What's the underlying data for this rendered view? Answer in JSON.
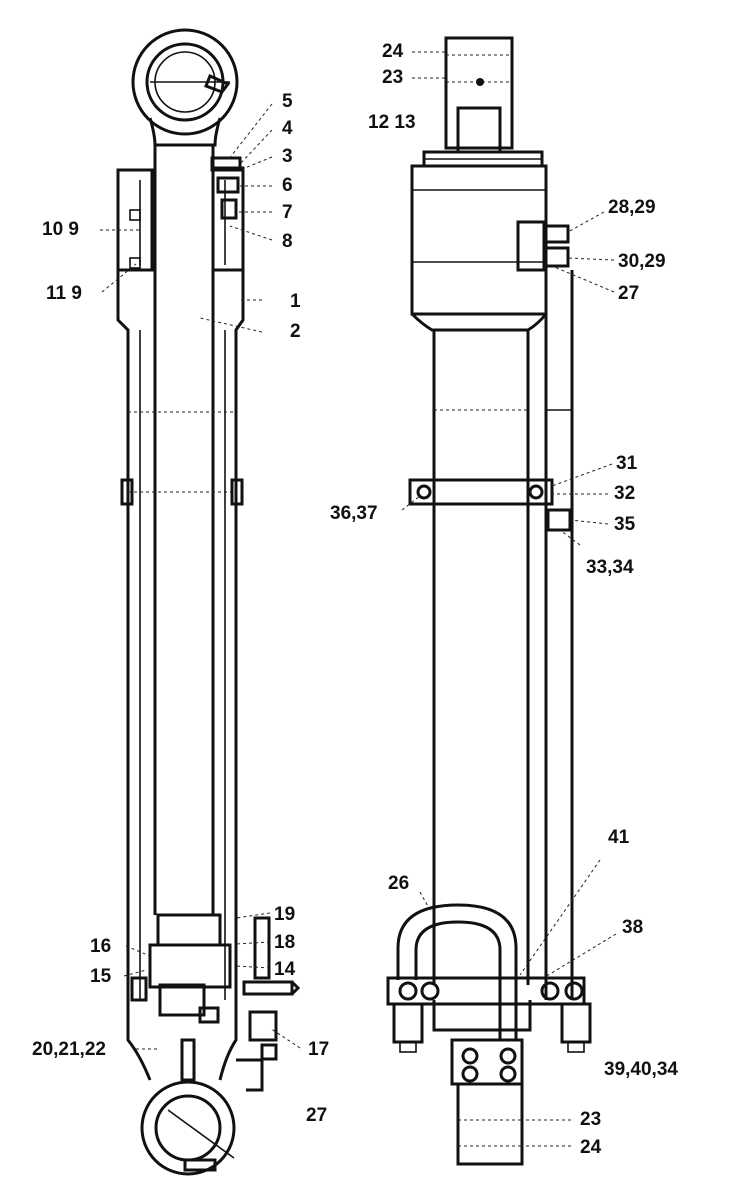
{
  "labels": {
    "l1": "1",
    "l2": "2",
    "l3": "3",
    "l4": "4",
    "l5": "5",
    "l6": "6",
    "l7": "7",
    "l8": "8",
    "l10_9": "10 9",
    "l11_9": "11 9",
    "l14": "14",
    "l15": "15",
    "l16": "16",
    "l17": "17",
    "l18": "18",
    "l19": "19",
    "l20_21_22": "20,21,22",
    "l27_left": "27",
    "l24_top": "24",
    "l23_top": "23",
    "l12_13": "12 13",
    "l28_29": "28,29",
    "l30_29": "30,29",
    "l27_right": "27",
    "l31": "31",
    "l32": "32",
    "l36_37": "36,37",
    "l35": "35",
    "l33_34": "33,34",
    "l41": "41",
    "l26": "26",
    "l38": "38",
    "l39_40_34": "39,40,34",
    "l23_bottom": "23",
    "l24_bottom": "24"
  },
  "colors": {
    "ink": "#111111",
    "paper": "#ffffff"
  }
}
